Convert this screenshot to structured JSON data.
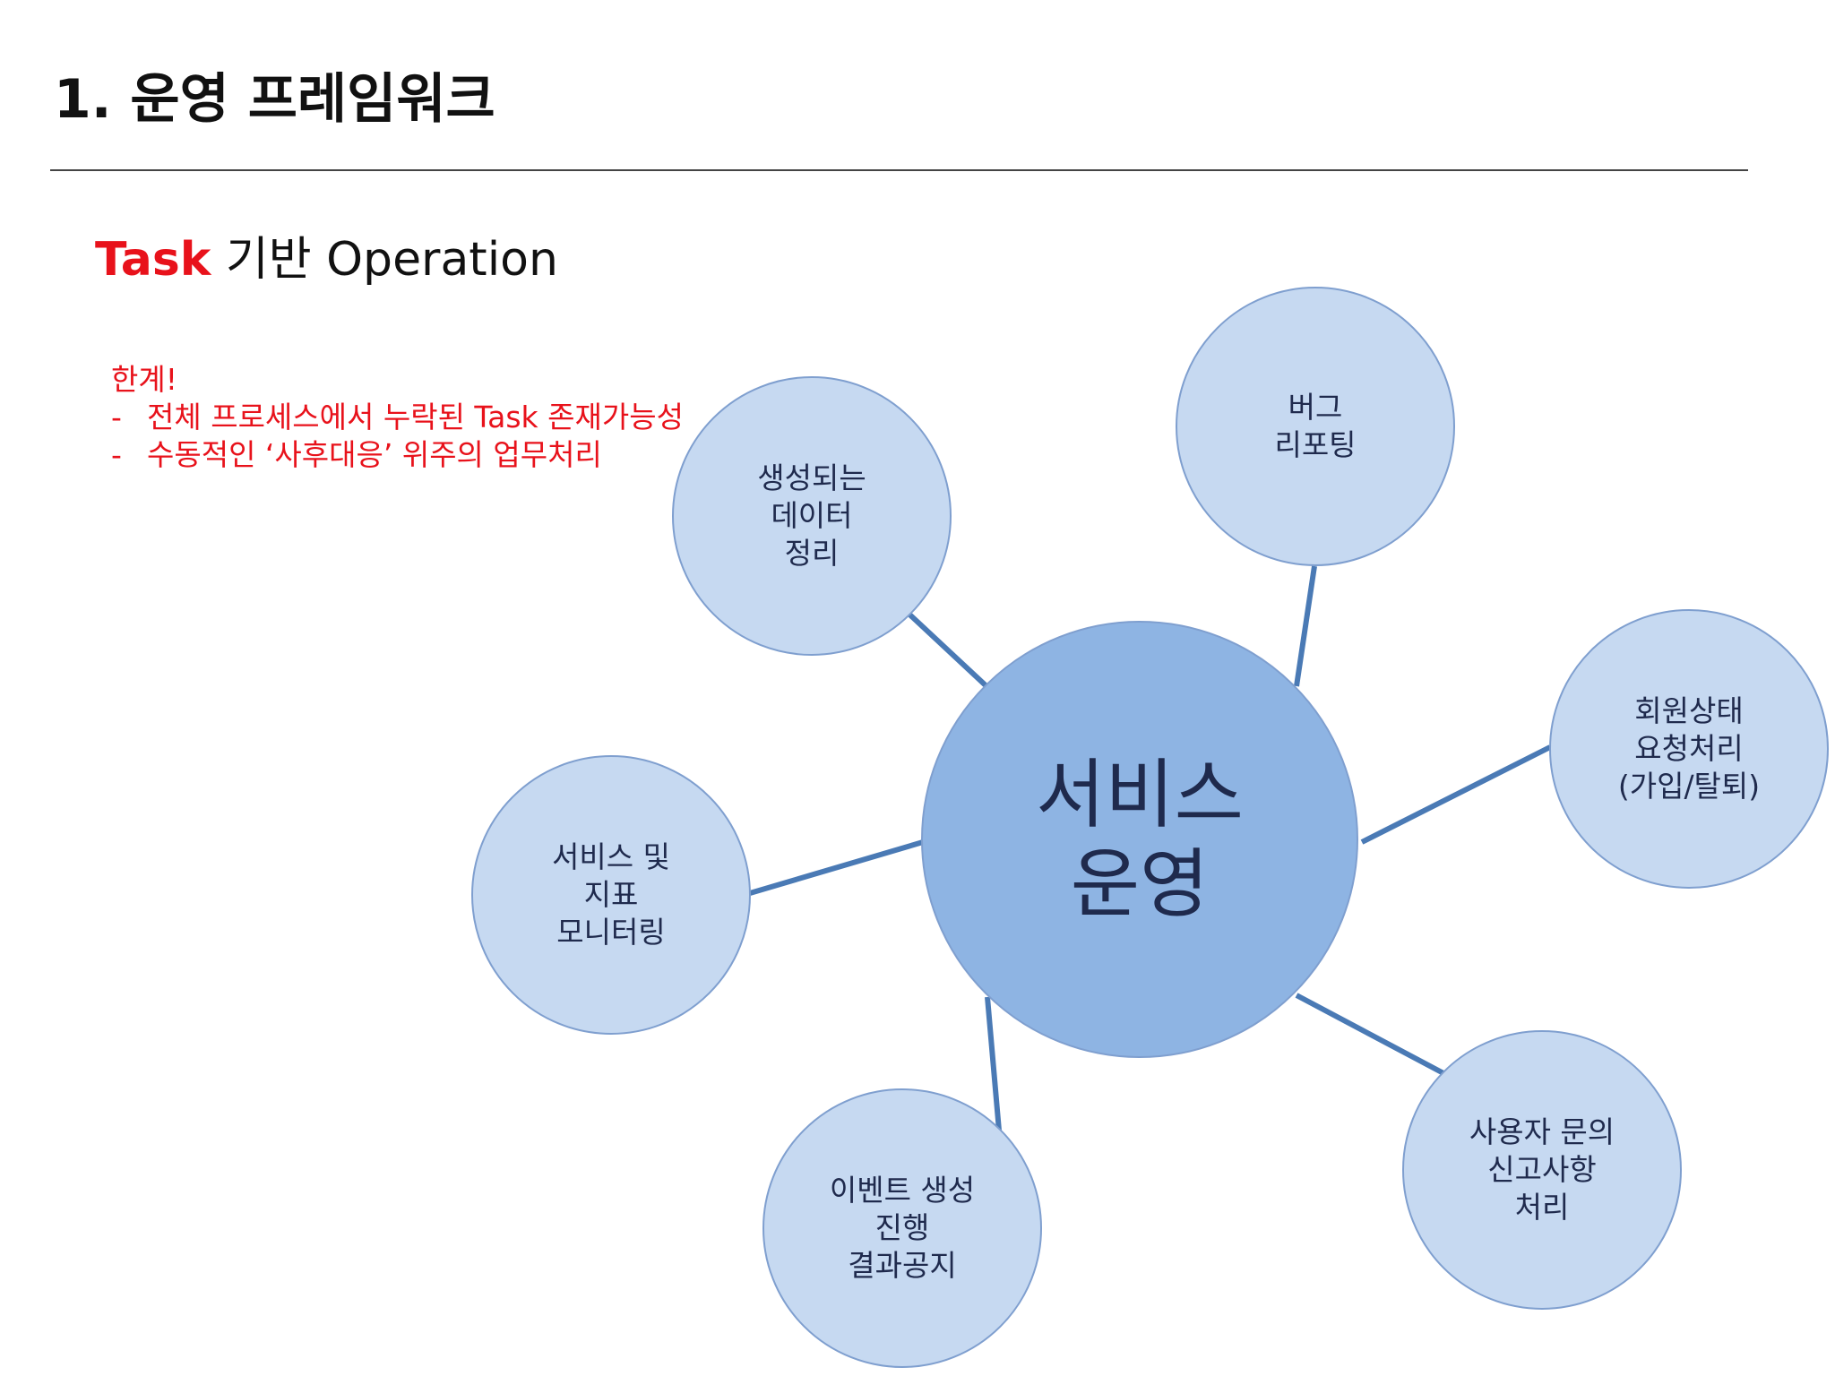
{
  "title": "1. 운영 프레임워크",
  "subtitle": {
    "accent": "Task",
    "rest": " 기반 Operation"
  },
  "limits": {
    "heading": "한계!",
    "items": [
      {
        "dash": "-",
        "text": "전체 프로세스에서 누락된 Task 존재가능성"
      },
      {
        "dash": "-",
        "text": "수동적인 ‘사후대응’ 위주의 업무처리"
      }
    ]
  },
  "colors": {
    "title_accent": "#e8121b",
    "center_fill": "#8eb4e3",
    "satellite_fill": "#c6d9f1",
    "connector": "#4a7ab5",
    "circle_stroke": "#7f9fcf",
    "label_text": "#1f2a4d"
  },
  "diagram": {
    "center": {
      "label": "서비스\n운영"
    },
    "nodes": [
      {
        "id": "data-cleanup",
        "label": "생성되는\n데이터\n정리"
      },
      {
        "id": "bug-report",
        "label": "버그\n리포팅"
      },
      {
        "id": "member-status",
        "label": "회원상태\n요청처리\n(가입/탈퇴)"
      },
      {
        "id": "monitoring",
        "label": "서비스 및\n지표\n모니터링"
      },
      {
        "id": "event",
        "label": "이벤트 생성\n진행\n결과공지"
      },
      {
        "id": "user-inquiry",
        "label": "사용자 문의\n신고사항\n처리"
      }
    ]
  }
}
